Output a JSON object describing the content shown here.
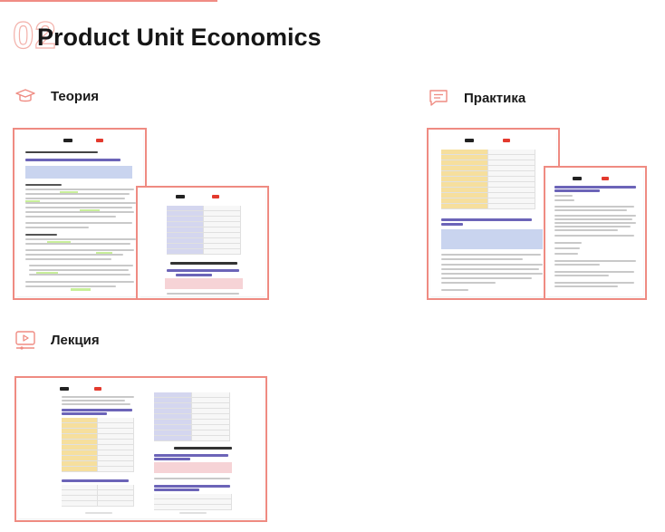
{
  "section": {
    "number": "02",
    "title": "Product Unit Economics"
  },
  "categories": [
    {
      "id": "theory",
      "label": "Теория",
      "icon": "graduation-cap-icon"
    },
    {
      "id": "practice",
      "label": "Практика",
      "icon": "chat-bubble-icon"
    },
    {
      "id": "lecture",
      "label": "Лекция",
      "icon": "video-play-icon"
    }
  ],
  "colors": {
    "accent": "#ef8b82",
    "highlight": "#c8ef9a",
    "table_yellow": "#f6df9d",
    "table_purple": "#d4d6ef",
    "heading": "#6c64b8"
  }
}
